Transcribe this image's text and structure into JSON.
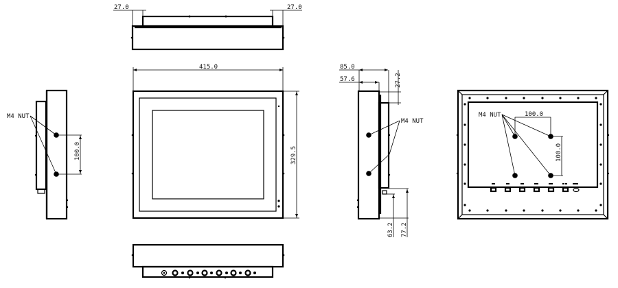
{
  "drawing": {
    "type": "mechanical outline drawing",
    "views": [
      "top",
      "front",
      "left-side",
      "right-side",
      "rear",
      "bottom"
    ],
    "units": "mm"
  },
  "top_view": {
    "dim_left": "27.0",
    "dim_right": "27.0"
  },
  "front_view": {
    "width": "415.0",
    "height": "329.5"
  },
  "left_side_view": {
    "label": "M4 NUT",
    "spacing": "100.0"
  },
  "right_side_view": {
    "depth_total": "85.0",
    "depth_body": "57.6",
    "offset_top": "27.2",
    "label": "M4 NUT",
    "offset_bottom_a": "63.2",
    "offset_bottom_b": "77.2"
  },
  "rear_view": {
    "label": "M4 NUT",
    "spacing_h": "100.0",
    "spacing_v": "100.0"
  },
  "colors": {
    "line": "#000000",
    "background": "#ffffff"
  }
}
